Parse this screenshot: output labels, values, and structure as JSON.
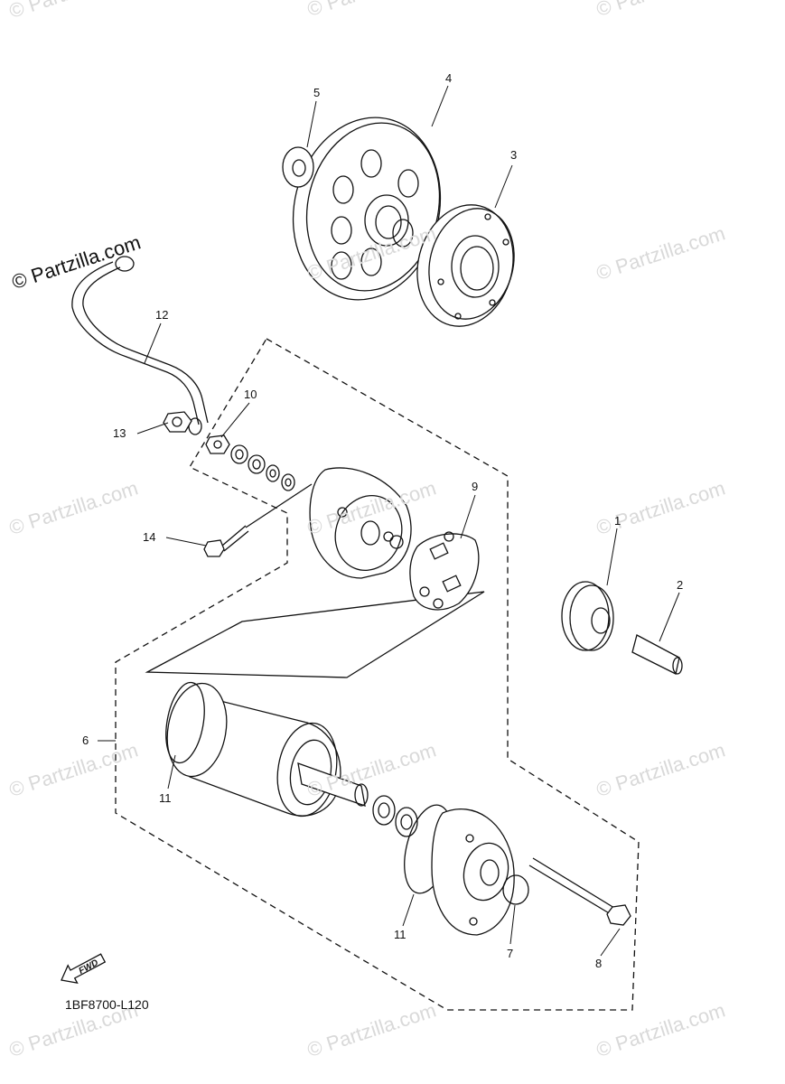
{
  "watermark": "© Partzilla.com",
  "copyright": "© Partzilla.com",
  "diagram_code": "1BF8700-L120",
  "fwd_label": "FWD",
  "callouts": [
    "1",
    "2",
    "3",
    "4",
    "5",
    "6",
    "7",
    "8",
    "9",
    "10",
    "11",
    "11",
    "12",
    "13",
    "14"
  ]
}
